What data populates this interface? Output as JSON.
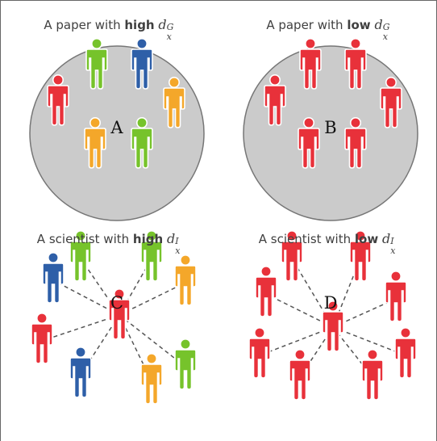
{
  "panels": [
    {
      "id": "A",
      "caption_prefix": "A paper with ",
      "caption_level": "high",
      "symbol": "d",
      "superscript": "G",
      "subscript": "x",
      "label": "A",
      "people_colors": [
        "green",
        "blue",
        "red",
        "orange",
        "orange",
        "green"
      ]
    },
    {
      "id": "B",
      "caption_prefix": "A paper with ",
      "caption_level": "low",
      "symbol": "d",
      "superscript": "G",
      "subscript": "x",
      "label": "B",
      "people_colors": [
        "red",
        "red",
        "red",
        "red",
        "red",
        "red"
      ]
    },
    {
      "id": "C",
      "caption_prefix": "A scientist with ",
      "caption_level": "high",
      "symbol": "d",
      "superscript": "I",
      "subscript": "x",
      "label": "C",
      "center_color": "red",
      "people_colors": [
        "green",
        "green",
        "blue",
        "orange",
        "red",
        "blue",
        "orange",
        "green"
      ]
    },
    {
      "id": "D",
      "caption_prefix": "A scientist with ",
      "caption_level": "low",
      "symbol": "d",
      "superscript": "I",
      "subscript": "x",
      "label": "D",
      "center_color": "red",
      "people_colors": [
        "red",
        "red",
        "red",
        "red",
        "red",
        "red",
        "red",
        "red"
      ]
    }
  ],
  "colors": {
    "red": "#e8313a",
    "green": "#76c32b",
    "blue": "#2e5fa8",
    "orange": "#f4a72a",
    "circle_fill": "#cbcbcb",
    "circle_stroke": "#767676",
    "edge": "#555555"
  },
  "icons": {
    "person": "person-icon"
  }
}
